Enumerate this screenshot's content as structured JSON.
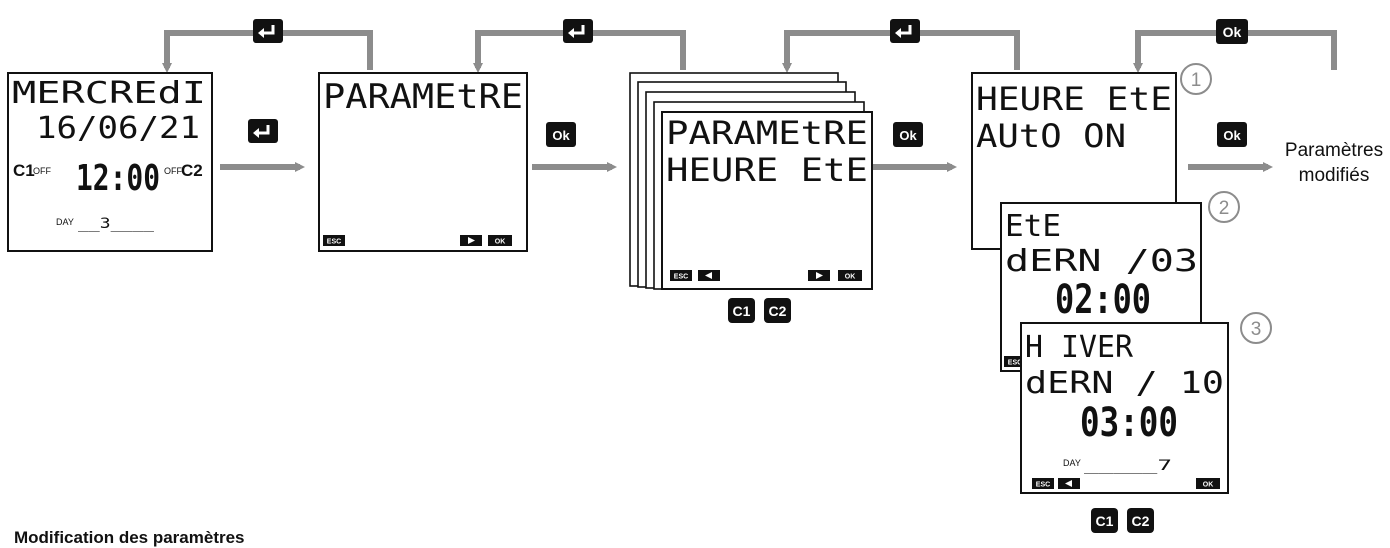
{
  "colors": {
    "arrow": "#8c8c8c",
    "key_bg": "#111111",
    "screen_border": "#111111"
  },
  "keys": {
    "enter_icon": "enter-key-icon",
    "ok": "Ok",
    "c1": "C1",
    "c2": "C2"
  },
  "screen1": {
    "line1": "MERCREdI",
    "line2": "16/06/21",
    "c1": "C1",
    "off_left": "OFF",
    "time": "12:00",
    "off_right": "OFF",
    "c2": "C2",
    "day_label": "DAY",
    "day_value": "__3____"
  },
  "screen2": {
    "line1": "PARAMEtRE",
    "esc": "ESC",
    "ok": "OK"
  },
  "screen3": {
    "line1": "PARAMEtRE",
    "line2": "HEURE EtE",
    "esc": "ESC",
    "ok": "OK"
  },
  "screen4": {
    "line1": "HEURE EtE",
    "line2": "AUtO ON",
    "step": "1"
  },
  "screen5": {
    "line1": "EtE",
    "line2": "dERN  /03",
    "time": "02:00",
    "step": "2",
    "esc": "ESC"
  },
  "screen6": {
    "line1": "H IVER",
    "line2": "dERN  / 10",
    "time": "03:00",
    "day_label": "DAY",
    "day_value": "_____7",
    "esc": "ESC",
    "ok": "OK",
    "step": "3"
  },
  "result": {
    "line1": "Paramètres",
    "line2": "modifiés"
  },
  "caption": "Modification des paramètres"
}
